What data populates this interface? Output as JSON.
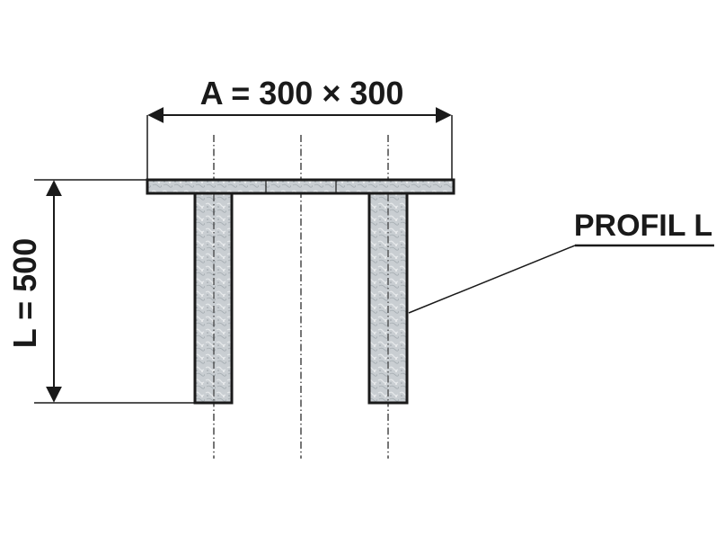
{
  "dimension_width": {
    "label": "A = 300 × 300"
  },
  "dimension_length": {
    "label": "L = 500"
  },
  "callout": {
    "label": "PROFIL L"
  },
  "colors": {
    "line": "#1a1a1a",
    "metal": "#c9ced2",
    "metal_highlight": "#e6e9eb",
    "background": "#ffffff"
  }
}
